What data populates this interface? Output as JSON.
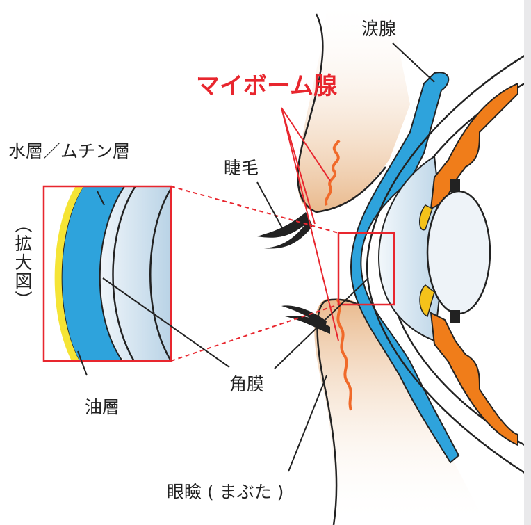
{
  "labels": {
    "lacrimal_gland": "涙腺",
    "meibomian_gland": "マイボーム腺",
    "aqueous_mucin_layer": "水層／ムチン層",
    "eyelashes": "睫毛",
    "magnified_view": "（拡大図）",
    "cornea": "角膜",
    "lipid_layer": "油層",
    "eyelid": "眼瞼 ( まぶた )"
  },
  "colors": {
    "tear_blue": "#2ea3dc",
    "iris_orange": "#f07d1a",
    "lipid_yellow": "#f5e435",
    "skin": "#f0c9a2",
    "highlight_red": "#e8262e",
    "cornea_blue": "#cfe1ee"
  }
}
